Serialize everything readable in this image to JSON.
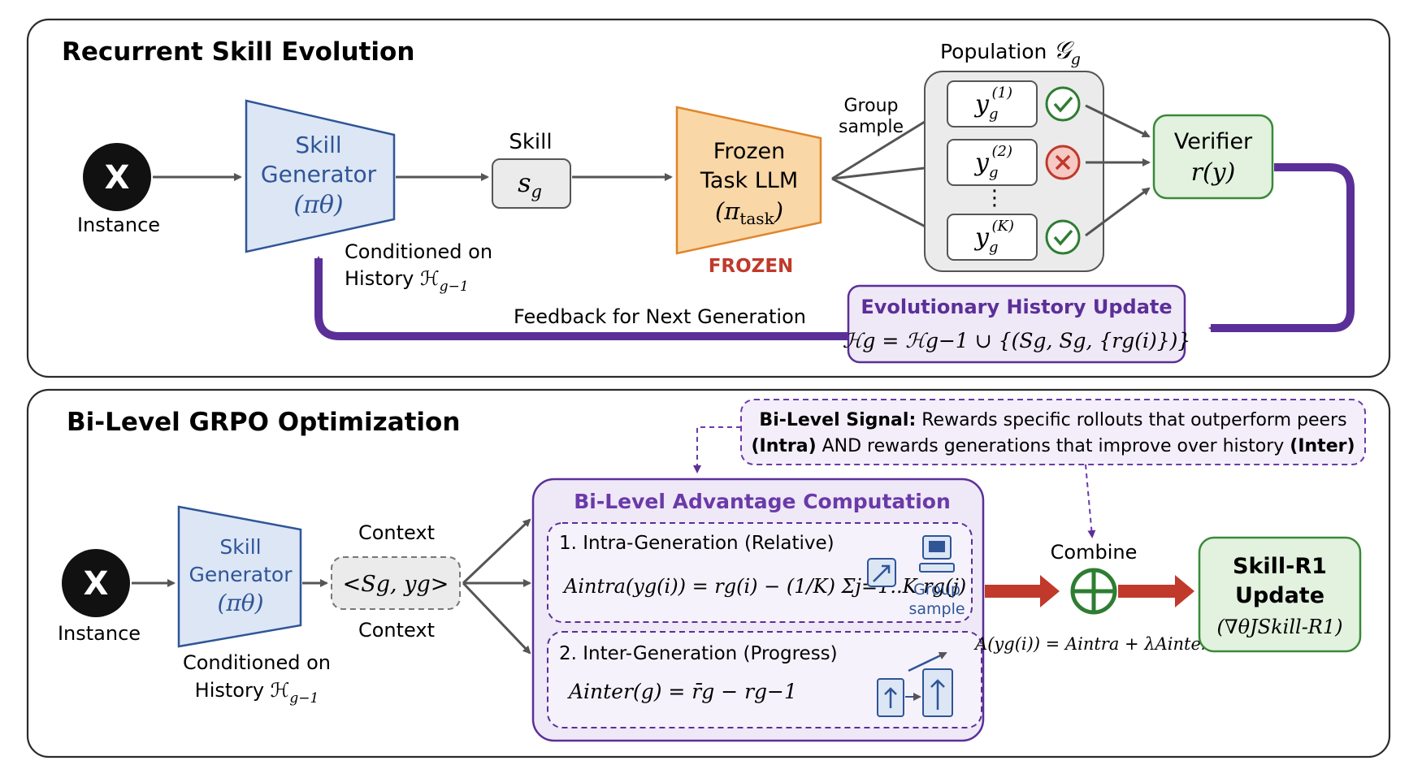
{
  "colors": {
    "panel_stroke": "#2b2b2b",
    "blue_fill": "#dce6f5",
    "blue_stroke": "#2f5597",
    "orange_fill": "#f9d7a6",
    "orange_stroke": "#e0852a",
    "green_fill": "#e3f1df",
    "green_stroke": "#3a8a3a",
    "purple": "#5b2f98",
    "purple_fill": "#efe8f7",
    "purple_light": "#f3eefa",
    "red": "#c0392b",
    "gray_fill": "#ebebeb",
    "frozen_red": "#c0392b",
    "heading_purple": "#6a3aa8"
  },
  "top": {
    "title": "Recurrent Skill Evolution",
    "instance_symbol": "X",
    "instance_label": "Instance",
    "generator": {
      "line1": "Skill",
      "line2": "Generator",
      "policy": "(πθ)"
    },
    "conditioned_line1": "Conditioned on",
    "conditioned_line2": "History ℋ",
    "conditioned_sub": "g−1",
    "skill_label": "Skill",
    "skill_symbol": "s",
    "skill_sub": "g",
    "frozen_box": {
      "line1": "Frozen",
      "line2": "Task LLM",
      "policy": "(π",
      "policy_sub": "task",
      "policy_close": ")"
    },
    "frozen_tag": "FROZEN",
    "group_sample_line1": "Group",
    "group_sample_line2": "sample",
    "population_label": "Population",
    "population_symbol": "𝒢",
    "population_sub": "g",
    "samples": [
      {
        "sym": "y",
        "sub": "g",
        "sup": "(1)",
        "result": "check"
      },
      {
        "sym": "y",
        "sub": "g",
        "sup": "(2)",
        "result": "cross"
      },
      {
        "sym": "y",
        "sub": "g",
        "sup": "(K)",
        "result": "check"
      }
    ],
    "ellipsis": "⋮",
    "verifier": {
      "line1": "Verifier",
      "line2": "r(y)"
    },
    "history_update": {
      "title": "Evolutionary History Update",
      "formula": "ℋg = ℋg−1 ∪ {(Sg, Sg, {rg(i)})}"
    },
    "feedback_label": "Feedback for Next Generation"
  },
  "bottom": {
    "title": "Bi-Level GRPO Optimization",
    "signal_bold1": "Bi-Level Signal:",
    "signal_text1": " Rewards specific rollouts that outperform peers",
    "signal_bold2": "(Intra)",
    "signal_text2": " AND rewards generations that improve over history ",
    "signal_bold3": "(Inter)",
    "instance_symbol": "X",
    "instance_label": "Instance",
    "generator": {
      "line1": "Skill",
      "line2": "Generator",
      "policy": "(πθ)"
    },
    "conditioned_line1": "Conditioned on",
    "conditioned_line2": "History ℋ",
    "conditioned_sub": "g−1",
    "context_top": "Context",
    "context_bottom": "Context",
    "context_expr": "<Sg, yg>",
    "advantage_title": "Bi-Level Advantage Computation",
    "intra_title": "1. Intra-Generation (Relative)",
    "intra_formula": "Aintra(yg(i)) = rg(i) − (1/K) Σj=1..K rg(j)",
    "group_sample_line1": "Group",
    "group_sample_line2": "sample",
    "inter_title": "2. Inter-Generation (Progress)",
    "inter_formula": "Ainter(g) = r̄g − rg−1",
    "combine_label": "Combine",
    "combined_formula": "A(yg(i)) = Aintra + λAinter",
    "update_box": {
      "line1": "Skill-R1",
      "line2": "Update",
      "line3": "(∇θJSkill-R1)"
    }
  }
}
